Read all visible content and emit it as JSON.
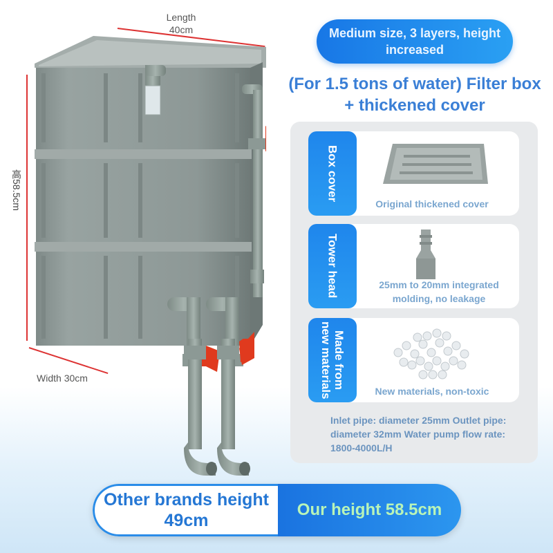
{
  "dimensions": {
    "length_label": "Length",
    "length_value": "40cm",
    "height_label": "高58.5cm",
    "width_label": "Width 30cm"
  },
  "promo": {
    "top_pill": "Medium size, 3 layers, height increased",
    "headline": "(For 1.5 tons of water) Filter box + thickened cover"
  },
  "features": [
    {
      "tag": "Box cover",
      "caption": "Original thickened cover",
      "icon": "box-cover-icon"
    },
    {
      "tag": "Tower head",
      "caption": "25mm to 20mm integrated molding, no leakage",
      "icon": "tower-head-fitting-icon"
    },
    {
      "tag": "Made from new materials",
      "caption": "New materials, non-toxic",
      "icon": "plastic-pellets-icon"
    }
  ],
  "specs": "Inlet pipe: diameter 25mm Outlet pipe: diameter 32mm Water pump flow rate: 1800-4000L/H",
  "compare": {
    "other": "Other brands height 49cm",
    "ours": "Our height 58.5cm"
  },
  "colors": {
    "accent_blue": "#2a8ce8",
    "tank_gray": "#8f9a98",
    "valve_red": "#e03a1e",
    "highlight_green": "#b8f4b8"
  }
}
